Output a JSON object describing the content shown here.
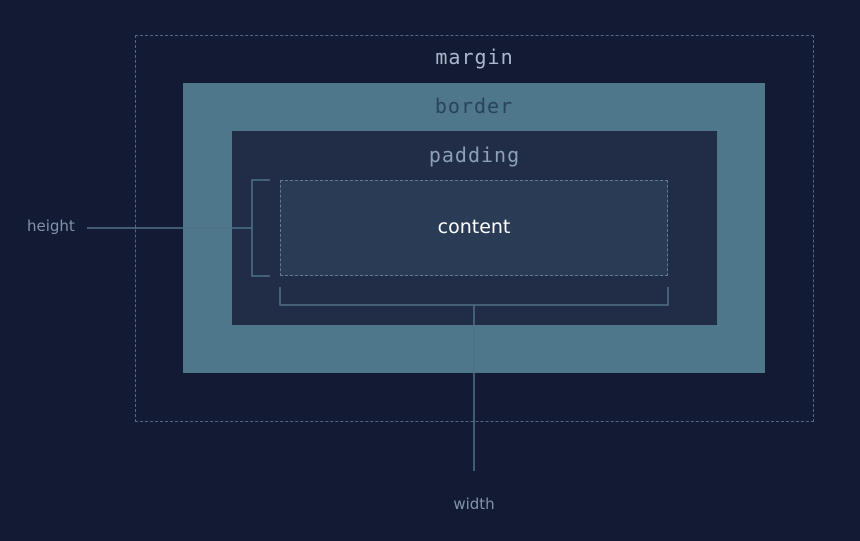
{
  "diagram": {
    "labels": {
      "margin": "margin",
      "border": "border",
      "padding": "padding",
      "content": "content",
      "height": "height",
      "width": "width"
    },
    "colors": {
      "background": "#131a34",
      "margin_outline": "#55677f",
      "border_fill": "#4f778c",
      "padding_fill": "#212c47",
      "content_fill": "#2a3c55",
      "dimension_line": "#4f7186"
    }
  }
}
